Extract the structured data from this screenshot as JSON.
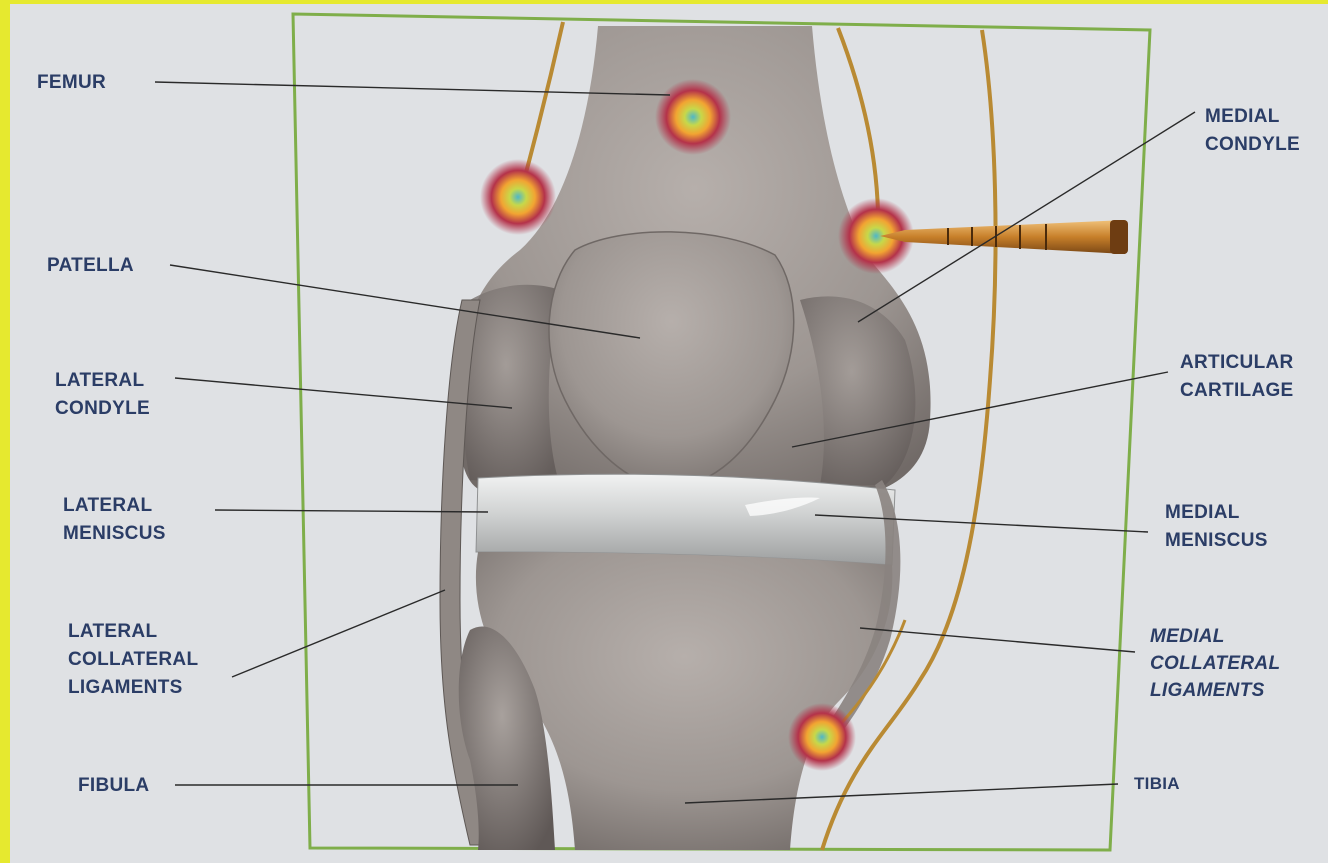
{
  "colors": {
    "frame_border": "#e6e92f",
    "background": "#dfe1e4",
    "box_border": "#7fae4a",
    "bone": "#a39c98",
    "meniscus": "#d2d4d4",
    "nerve": "#b98a33",
    "label_text": "#2b3d66"
  },
  "icons": [
    "needle-probe-icon",
    "nerve-target-marker-icon"
  ],
  "labels": {
    "femur": [
      "FEMUR"
    ],
    "medial_condyle": [
      "MEDIAL",
      "CONDYLE"
    ],
    "patella": [
      "PATELLA"
    ],
    "lateral_condyle": [
      "LATERAL",
      "CONDYLE"
    ],
    "articular_cartilage": [
      "ARTICULAR",
      "CARTILAGE"
    ],
    "lateral_meniscus": [
      "LATERAL",
      "MENISCUS"
    ],
    "medial_meniscus": [
      "MEDIAL",
      "MENISCUS"
    ],
    "lateral_collateral_ligaments": [
      "LATERAL",
      "COLLATERAL",
      "LIGAMENTS"
    ],
    "medial_collateral_ligaments": [
      "MEDIAL",
      "COLLATERAL",
      "LIGAMENTS"
    ],
    "fibula": [
      "FIBULA"
    ],
    "tibia": [
      "TIBIA"
    ]
  }
}
